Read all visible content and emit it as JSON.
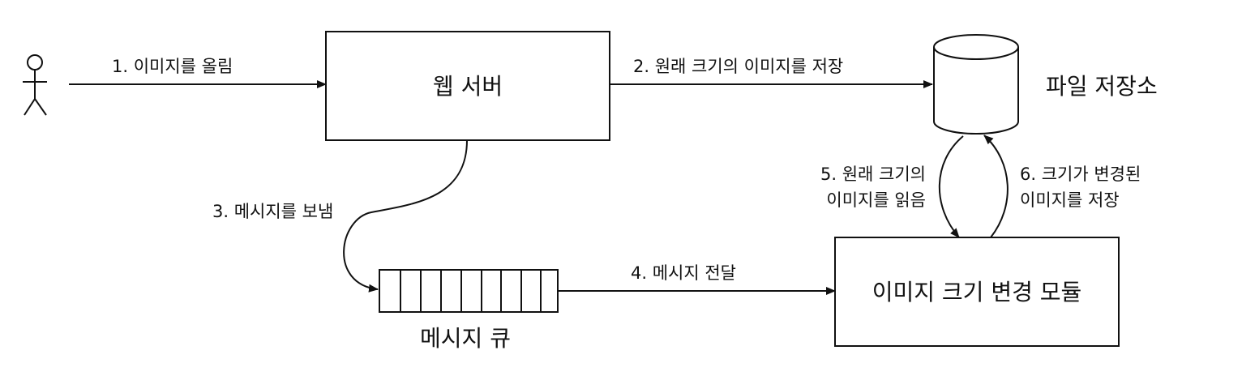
{
  "nodes": {
    "web_server": "웹 서버",
    "file_storage": "파일 저장소",
    "message_queue": "메시지 큐",
    "resize_module": "이미지 크기 변경 모듈"
  },
  "edges": {
    "upload": "1. 이미지를 올림",
    "store_original": "2. 원래 크기의 이미지를 저장",
    "send_message": "3. 메시지를 보냄",
    "deliver_message": "4. 메시지 전달",
    "read_original_line1": "5. 원래 크기의",
    "read_original_line2": "이미지를 읽음",
    "store_resized_line1": "6. 크기가 변경된",
    "store_resized_line2": "이미지를 저장"
  }
}
